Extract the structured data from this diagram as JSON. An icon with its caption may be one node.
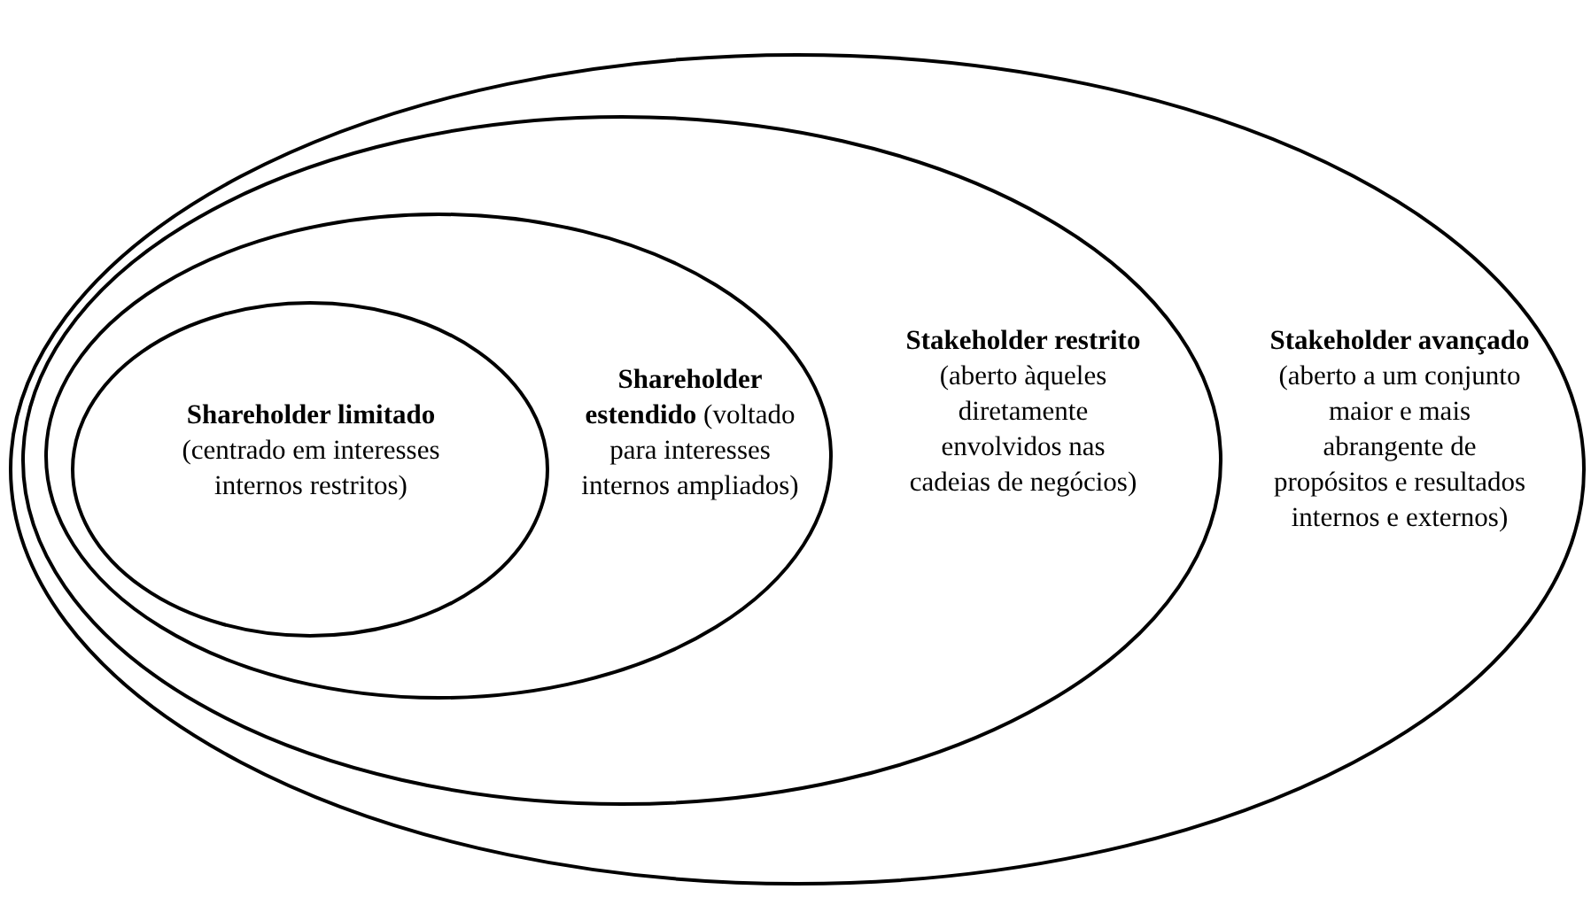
{
  "diagram": {
    "nodes": [
      {
        "text": [
          "**Stakeholder avançado** (aberto a um conjunto maior e mais abrangente de propósitos e resultados internos e externos)"
        ]
      },
      {
        "text": [
          "**Stakeholder restrito** (aberto àqueles diretamente envolvidos nas cadeias de negócios)"
        ],
        "in": 0
      },
      {
        "text": [
          "**Shareholder estendido** (voltado para interesses internos ampliados)"
        ],
        "in": 1
      },
      {
        "text": [
          "**Shareholder limitado** (centrado em interesses internos restritos)"
        ],
        "in": 2
      }
    ]
  }
}
